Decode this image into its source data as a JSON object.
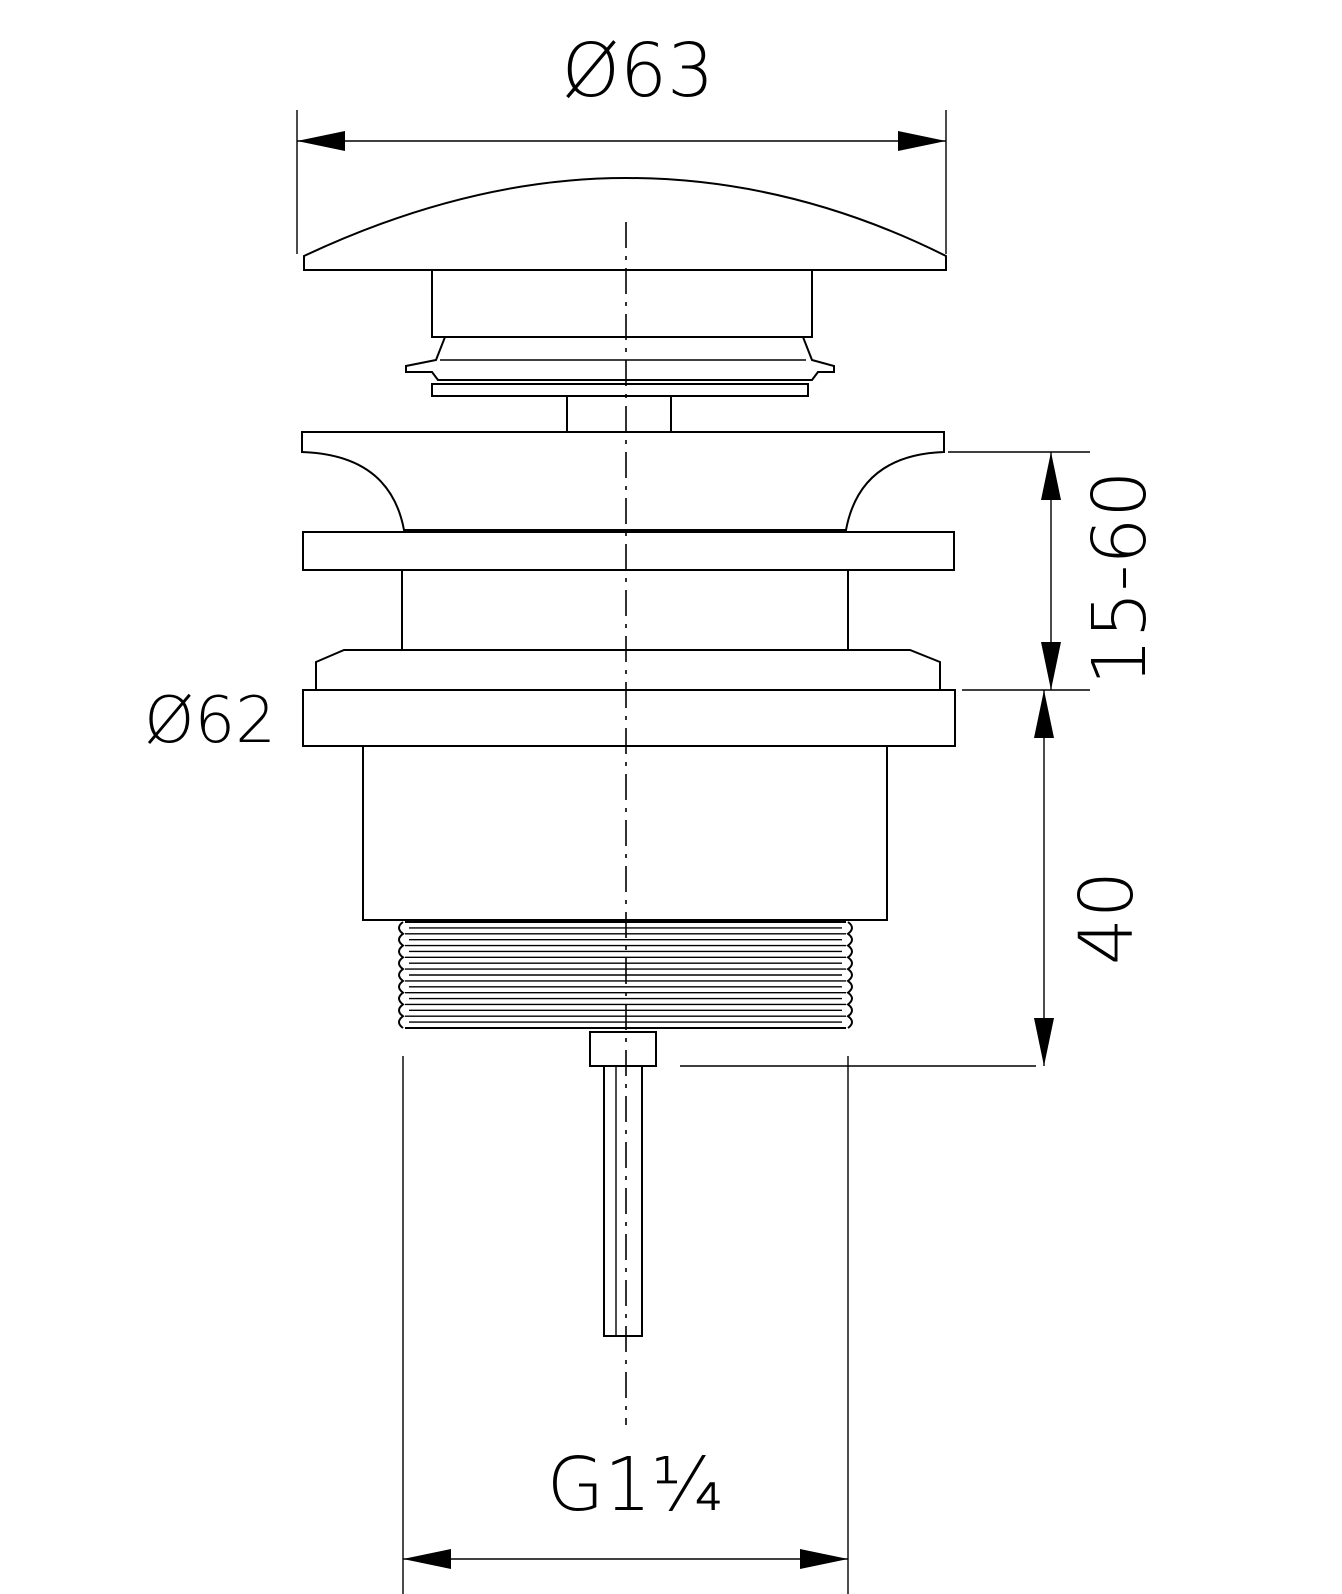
{
  "dimensions": {
    "top_diameter": "Ø63",
    "flange_diameter": "Ø62",
    "adjust_range": "15-60",
    "body_height": "40",
    "thread_size": "G1¼"
  }
}
